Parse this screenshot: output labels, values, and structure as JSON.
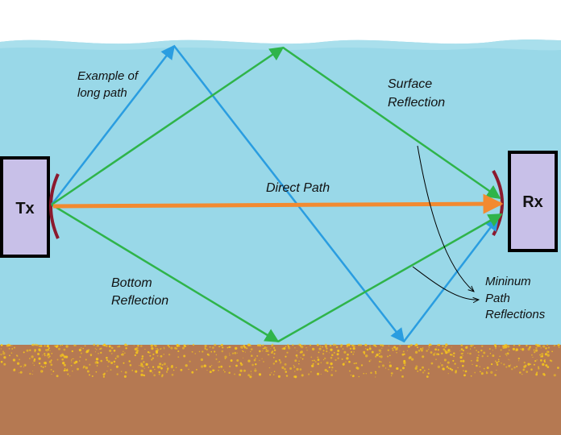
{
  "transmitter": {
    "label": "Tx"
  },
  "receiver": {
    "label": "Rx"
  },
  "annotations": {
    "long_path": [
      "Example of",
      "long path"
    ],
    "surface": [
      "Surface",
      "Reflection"
    ],
    "direct": "Direct Path",
    "bottom": [
      "Bottom",
      "Reflection"
    ],
    "minimum": [
      "Mininum",
      "Path",
      "Reflections"
    ]
  },
  "colors": {
    "sky": "#ffffff",
    "water": "#99d8e8",
    "surface_wave": "#a9dfec",
    "seabed": "#b57952",
    "sand_speckle": "#f5c51d",
    "box_fill": "#c8c0e8",
    "box_border": "#000000",
    "transducer": "#8b1a2e",
    "direct_path": "#f28a30",
    "reflection_path": "#2fb44a",
    "long_path": "#2a9de0",
    "pointer": "#000000"
  }
}
